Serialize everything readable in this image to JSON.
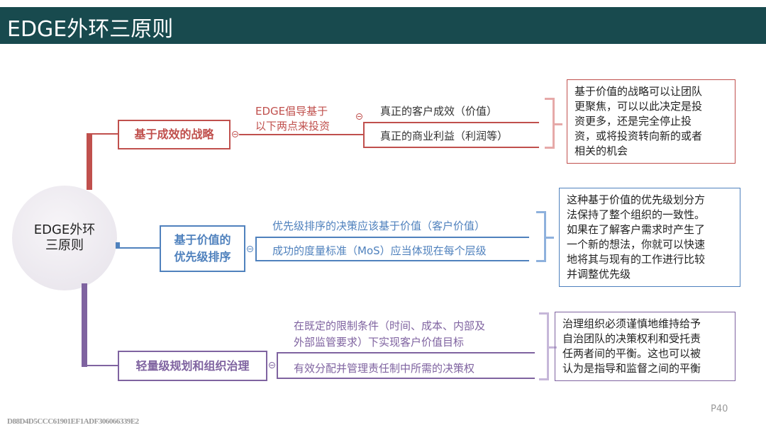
{
  "header": {
    "title": "EDGE外环三原则"
  },
  "center": {
    "line1": "EDGE外环",
    "line2": "三原则"
  },
  "colors": {
    "red": "#c0504d",
    "blue": "#4f81bd",
    "purple": "#7f63a0",
    "header": "#184a4e"
  },
  "branches": [
    {
      "label": "基于成效的战略",
      "intro": [
        "EDGE倡导基于",
        "以下两点来投资"
      ],
      "items": [
        "真正的客户成效（价值）",
        "真正的商业利益（利润等）"
      ],
      "note": [
        "基于价值的战略可以让团队",
        "更聚焦，可以以此决定是投",
        "资更多，还是完全停止投",
        "资，或将投资转向新的或者",
        "相关的机会"
      ]
    },
    {
      "label": [
        "基于价值的",
        "优先级排序"
      ],
      "items": [
        "优先级排序的决策应该基于价值（客户价值）",
        "成功的度量标准（MoS）应当体现在每个层级"
      ],
      "note": [
        "这种基于价值的优先级划分方",
        "法保持了整个组织的一致性。",
        "如果在了解客户需求时产生了",
        "一个新的想法，你就可以快速",
        "地将其与现有的工作进行比较",
        "并调整优先级"
      ]
    },
    {
      "label": "轻量级规划和组织治理",
      "items": [
        "在既定的限制条件（时间、成本、内部及",
        "外部监管要求）下实现客户价值目标",
        "有效分配并管理责任制中所需的决策权"
      ],
      "note": [
        "治理组织必须谨慎地维持给予",
        "自治团队的决策权利和受托责",
        "任两者间的平衡。这也可以被",
        "认为是指导和监督之间的平衡"
      ]
    }
  ],
  "footer": {
    "code": "D88D4D5CCC61901EF1ADF306066339E2",
    "page": "P40"
  }
}
